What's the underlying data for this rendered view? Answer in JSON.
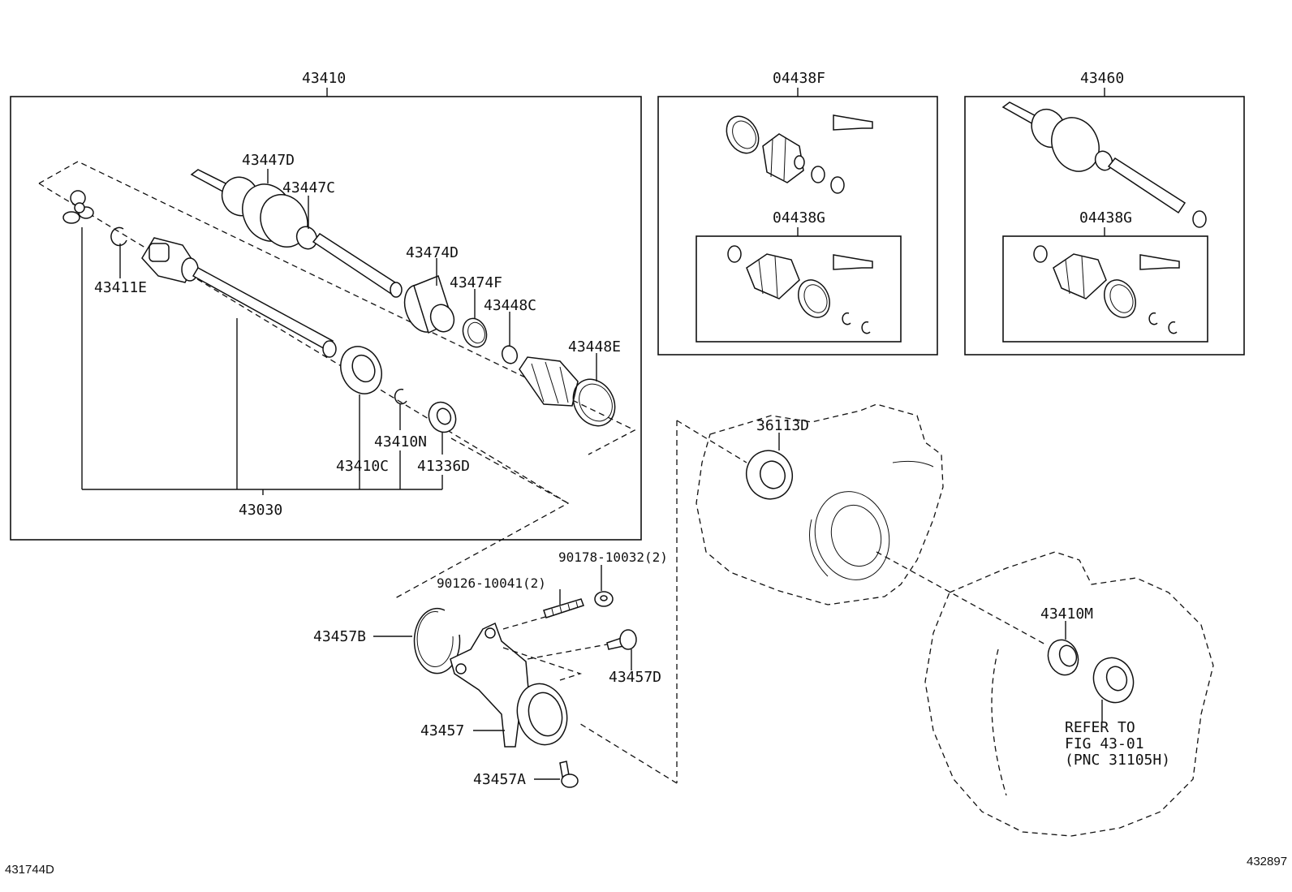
{
  "diagram": {
    "labels": {
      "l43410": "43410",
      "l04438F": "04438F",
      "l43460": "43460",
      "l43447D": "43447D",
      "l43447C": "43447C",
      "l43474D": "43474D",
      "l43474F": "43474F",
      "l43448C": "43448C",
      "l43448E": "43448E",
      "l43411E": "43411E",
      "l43410N": "43410N",
      "l43410C": "43410C",
      "l41336D": "41336D",
      "l43030": "43030",
      "l04438G_a": "04438G",
      "l04438G_b": "04438G",
      "l36113D": "36113D",
      "l90178": "90178-10032(2)",
      "l90126": "90126-10041(2)",
      "l43457B": "43457B",
      "l43457D": "43457D",
      "l43457": "43457",
      "l43457A": "43457A",
      "l43410M": "43410M",
      "refer1": "REFER TO",
      "refer2": "FIG 43-01",
      "refer3": "(PNC 31105H)"
    },
    "corner_left": "431744D",
    "corner_right": "432897"
  }
}
